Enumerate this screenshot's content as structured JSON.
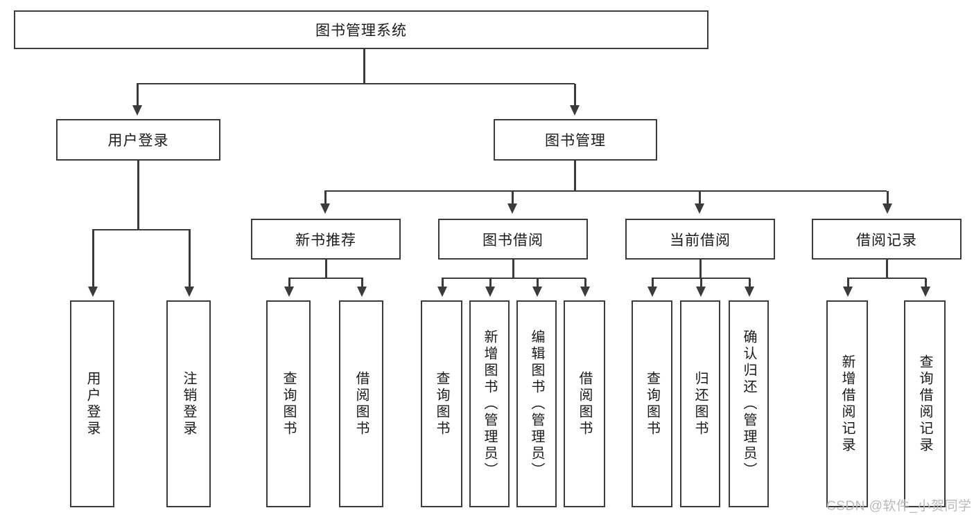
{
  "diagram": {
    "title": "图书管理系统",
    "type": "tree-hierarchy",
    "root": {
      "id": "root",
      "label": "图书管理系统"
    },
    "level2": [
      {
        "id": "user-login",
        "label": "用户登录"
      },
      {
        "id": "book-manage",
        "label": "图书管理"
      }
    ],
    "level3": [
      {
        "id": "new-book-rec",
        "label": "新书推荐",
        "parent": "book-manage"
      },
      {
        "id": "book-borrow",
        "label": "图书借阅",
        "parent": "book-manage"
      },
      {
        "id": "current-borrow",
        "label": "当前借阅",
        "parent": "book-manage"
      },
      {
        "id": "borrow-record",
        "label": "借阅记录",
        "parent": "book-manage"
      }
    ],
    "leaves": [
      {
        "id": "leaf-user-login",
        "label": "用户登录",
        "parent": "user-login"
      },
      {
        "id": "leaf-logout",
        "label": "注销登录",
        "parent": "user-login"
      },
      {
        "id": "leaf-query-book-1",
        "label": "查询图书",
        "parent": "new-book-rec"
      },
      {
        "id": "leaf-borrow-book-1",
        "label": "借阅图书",
        "parent": "new-book-rec"
      },
      {
        "id": "leaf-query-book-2",
        "label": "查询图书",
        "parent": "book-borrow"
      },
      {
        "id": "leaf-add-book",
        "label": "新增图书（管理员）",
        "parent": "book-borrow"
      },
      {
        "id": "leaf-edit-book",
        "label": "编辑图书（管理员）",
        "parent": "book-borrow"
      },
      {
        "id": "leaf-borrow-book-2",
        "label": "借阅图书",
        "parent": "book-borrow"
      },
      {
        "id": "leaf-query-book-3",
        "label": "查询图书",
        "parent": "current-borrow"
      },
      {
        "id": "leaf-return-book",
        "label": "归还图书",
        "parent": "current-borrow"
      },
      {
        "id": "leaf-confirm-return",
        "label": "确认归还（管理员）",
        "parent": "current-borrow"
      },
      {
        "id": "leaf-add-record",
        "label": "新增借阅记录",
        "parent": "borrow-record"
      },
      {
        "id": "leaf-query-record",
        "label": "查询借阅记录",
        "parent": "borrow-record"
      }
    ]
  },
  "watermark": {
    "text": "CSDN @软件_小贺同学"
  },
  "colors": {
    "stroke": "#3b3b3b",
    "text": "#1a1a1a",
    "background": "#ffffff",
    "watermark": "#b9b9b9"
  }
}
